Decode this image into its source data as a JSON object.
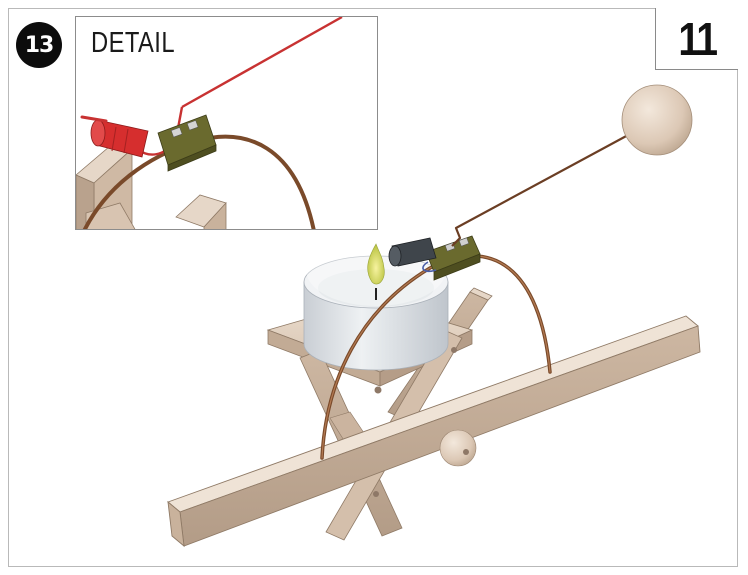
{
  "step": {
    "number": "13"
  },
  "page": {
    "number": "11"
  },
  "detail": {
    "title": "DETAIL"
  },
  "colors": {
    "wood": "#dcc9b8",
    "wood_dark": "#b8a18d",
    "wire_bronze": "#7a4a2a",
    "wire_red": "#c83232",
    "clip_red": "#d62e2e",
    "connector_green": "#6a6a2e",
    "candle": "#e9ecef"
  }
}
